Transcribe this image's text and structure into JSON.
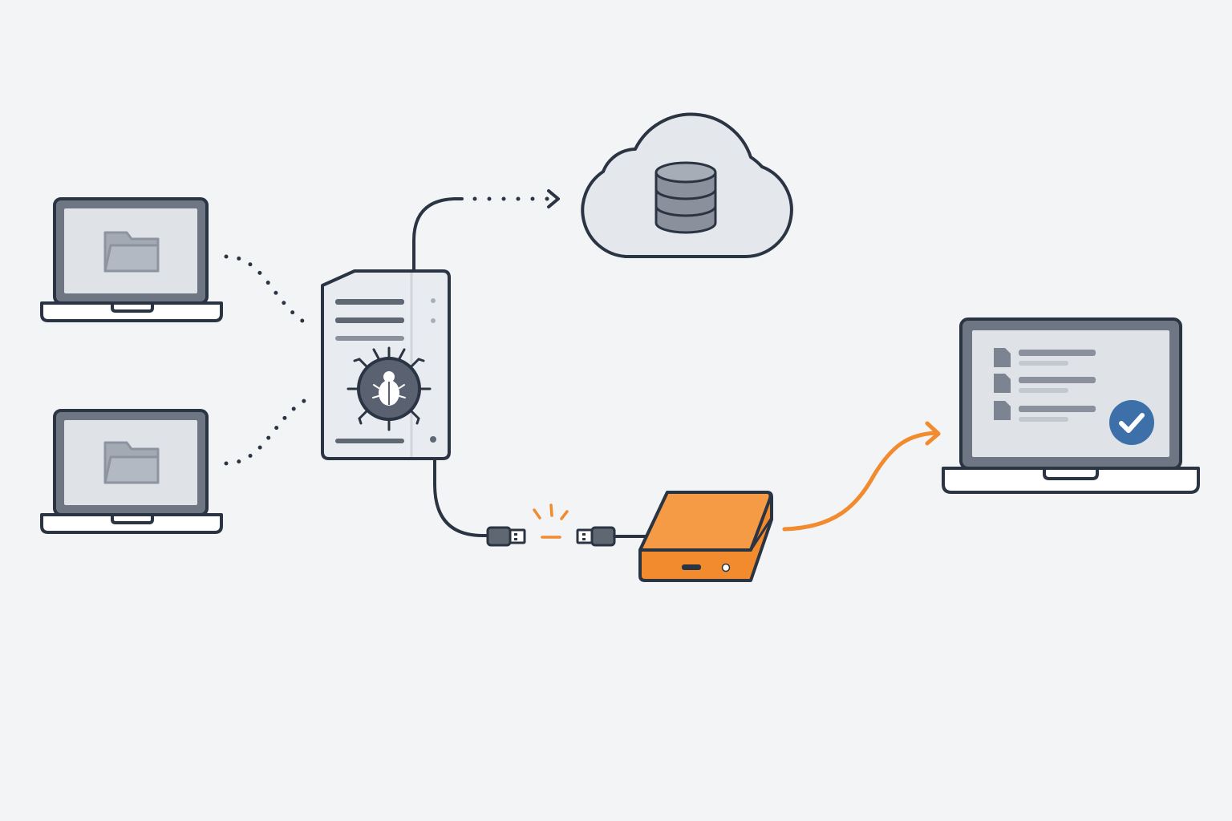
{
  "colors": {
    "background": "#f2f4f6",
    "outline": "#2b3442",
    "device_frame": "#6e7683",
    "screen": "#dfe3e8",
    "accent_orange": "#f28a2e",
    "check_blue": "#3d6fa8"
  },
  "icons": {
    "source_laptop_1": "laptop-with-folder-icon",
    "source_laptop_2": "laptop-with-folder-icon",
    "server": "server-tower-icon",
    "malware": "bug-icon",
    "cloud": "cloud-database-icon",
    "usb_plug_left": "usb-plug-icon",
    "usb_plug_right": "usb-plug-icon",
    "external_drive": "external-drive-icon",
    "target_laptop": "laptop-file-list-icon",
    "status": "checkmark-icon"
  },
  "connections": [
    {
      "from": "source_laptop_1",
      "to": "server",
      "style": "dotted"
    },
    {
      "from": "source_laptop_2",
      "to": "server",
      "style": "dotted"
    },
    {
      "from": "server",
      "to": "cloud",
      "style": "solid-then-dotted-arrow"
    },
    {
      "from": "server",
      "to": "external_drive",
      "style": "cable-disconnected"
    },
    {
      "from": "external_drive",
      "to": "target_laptop",
      "style": "orange-arrow"
    }
  ],
  "target_laptop": {
    "file_rows": 3,
    "status": "verified"
  }
}
